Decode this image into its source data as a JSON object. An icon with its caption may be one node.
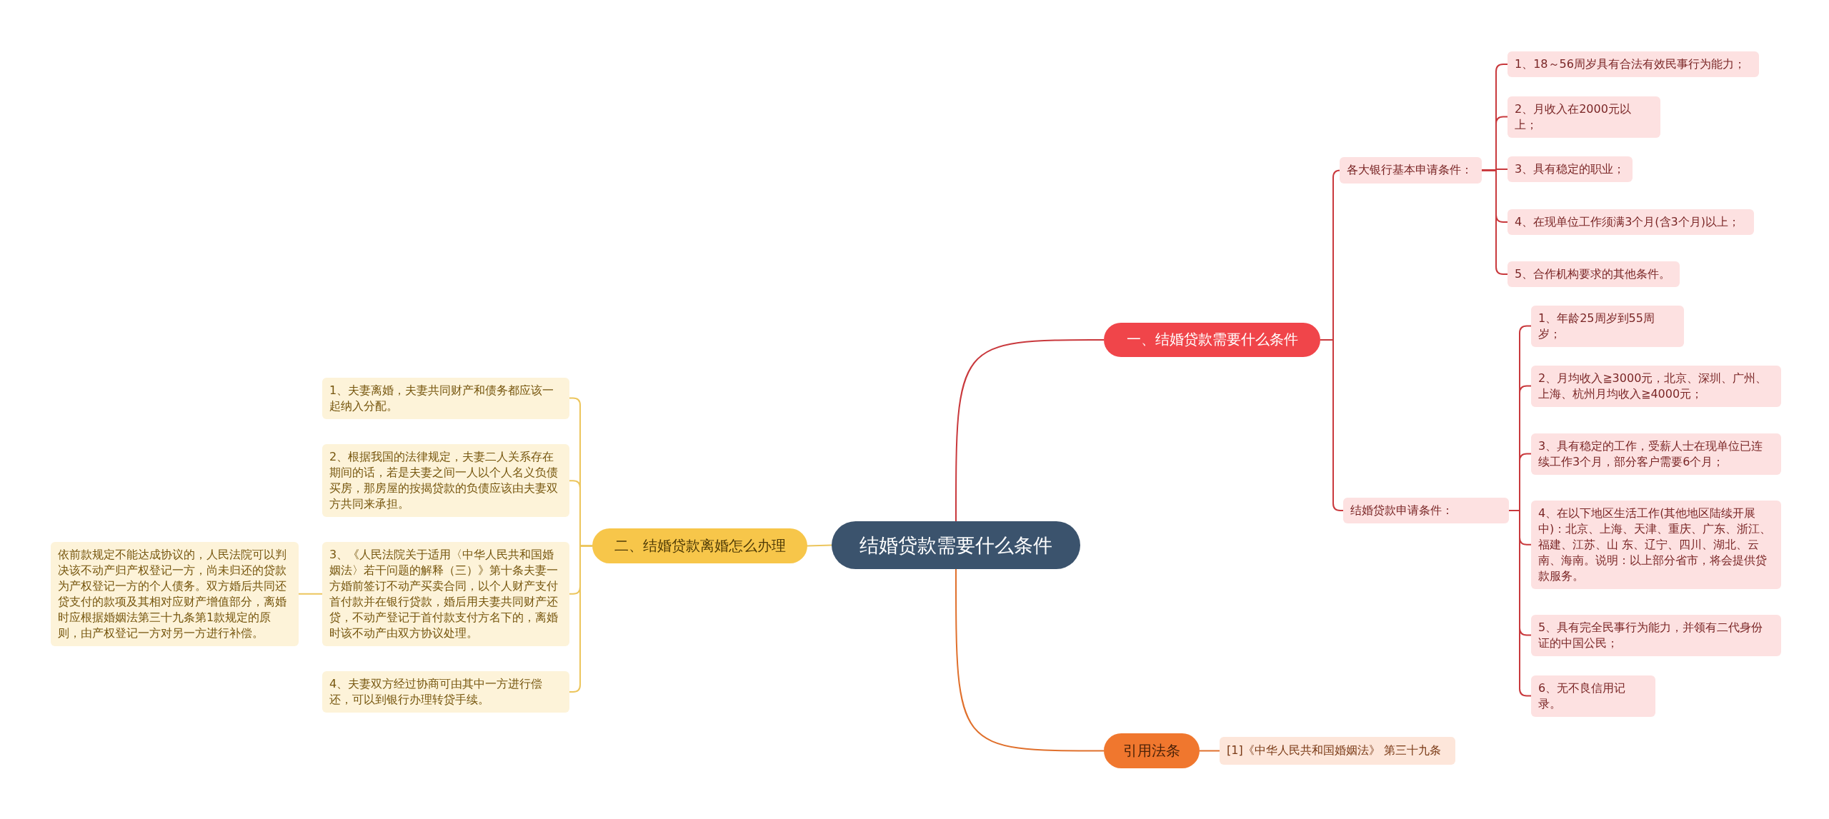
{
  "diagram": {
    "nodes": [
      {
        "text": [
          "结婚贷款需要什么条件"
        ]
      },
      {
        "text": [
          "一、结婚贷款需要什么条件"
        ]
      },
      {
        "text": [
          "各大银行基本申请条件："
        ]
      },
      {
        "text": [
          "1、18～56周岁具有合法有效民事行为能力；"
        ]
      },
      {
        "text": [
          "2、月收入在2000元以上；"
        ]
      },
      {
        "text": [
          "3、具有稳定的职业；"
        ]
      },
      {
        "text": [
          "4、在现单位工作须满3个月(含3个月)以上；"
        ]
      },
      {
        "text": [
          "5、合作机构要求的其他条件。"
        ]
      },
      {
        "text": [
          "结婚贷款申请条件："
        ]
      },
      {
        "text": [
          "1、年龄25周岁到55周岁；"
        ]
      },
      {
        "text": [
          "2、月均收入≧3000元，北京、深圳、广州、上海、杭州月均收入≧4000元；"
        ]
      },
      {
        "text": [
          "3、具有稳定的工作，受薪人士在现单位已连续工作3个月，部分客户需要6个月；"
        ]
      },
      {
        "text": [
          "4、在以下地区生活工作(其他地区陆续开展中)：北京、上海、天津、重庆、广东、浙江、福建、江苏、山 东、辽宁、四川、湖北、云南、海南。说明：以上部分省市，将会提供贷款服务。"
        ]
      },
      {
        "text": [
          "5、具有完全民事行为能力，并领有二代身份证的中国公民；"
        ]
      },
      {
        "text": [
          "6、无不良信用记录。"
        ]
      },
      {
        "text": [
          "二、结婚贷款离婚怎么办理"
        ]
      },
      {
        "text": [
          "1、夫妻离婚，夫妻共同财产和债务都应该一起纳入分配。"
        ]
      },
      {
        "text": [
          "2、根据我国的法律规定，夫妻二人关系存在期间的话，若是夫妻之间一人以个人名义负债买房，那房屋的按揭贷款的负债应该由夫妻双方共同来承担。"
        ]
      },
      {
        "text": [
          "3、《人民法院关于适用〈中华人民共和国婚姻法〉若干问题的解释（三）》第十条夫妻一方婚前签订不动产买卖合同，以个人财产支付首付款并在银行贷款，婚后用夫妻共同财产还贷，不动产登记于首付款支付方名下的，离婚时该不动产由双方协议处理。"
        ]
      },
      {
        "text": [
          "4、夫妻双方经过协商可由其中一方进行偿还，可以到银行办理转贷手续。"
        ]
      },
      {
        "text": [
          "依前款规定不能达成协议的，人民法院可以判决该不动产归产权登记一方，尚未归还的贷款为产权登记一方的个人债务。双方婚后共同还贷支付的款项及其相对应财产增值部分，离婚时应根据婚姻法第三十九条第1款规定的原则，由产权登记一方对另一方进行补偿。"
        ]
      },
      {
        "text": [
          "引用法条"
        ]
      },
      {
        "text": [
          "[1]《中华人民共和国婚姻法》 第三十九条"
        ]
      }
    ],
    "edges": [
      {
        "from": 0,
        "to": 1,
        "arrow": "none"
      },
      {
        "from": 1,
        "to": 2,
        "arrow": "none"
      },
      {
        "from": 2,
        "to": 3,
        "arrow": "none"
      },
      {
        "from": 2,
        "to": 4,
        "arrow": "none"
      },
      {
        "from": 2,
        "to": 5,
        "arrow": "none"
      },
      {
        "from": 2,
        "to": 6,
        "arrow": "none"
      },
      {
        "from": 2,
        "to": 7,
        "arrow": "none"
      },
      {
        "from": 1,
        "to": 8,
        "arrow": "none"
      },
      {
        "from": 8,
        "to": 9,
        "arrow": "none"
      },
      {
        "from": 8,
        "to": 10,
        "arrow": "none"
      },
      {
        "from": 8,
        "to": 11,
        "arrow": "none"
      },
      {
        "from": 8,
        "to": 12,
        "arrow": "none"
      },
      {
        "from": 8,
        "to": 13,
        "arrow": "none"
      },
      {
        "from": 8,
        "to": 14,
        "arrow": "none"
      },
      {
        "from": 0,
        "to": 15,
        "arrow": "none",
        "color": "#ecc55c"
      },
      {
        "from": 15,
        "to": 16,
        "arrow": "none",
        "color": "#ecc55c"
      },
      {
        "from": 15,
        "to": 17,
        "arrow": "none",
        "color": "#ecc55c"
      },
      {
        "from": 15,
        "to": 18,
        "arrow": "none",
        "color": "#ecc55c"
      },
      {
        "from": 15,
        "to": 19,
        "arrow": "none",
        "color": "#ecc55c"
      },
      {
        "from": 18,
        "to": 20,
        "arrow": "none",
        "color": "#ecc55c"
      },
      {
        "from": 0,
        "to": 21,
        "arrow": "none",
        "color": "#e0702c"
      },
      {
        "from": 21,
        "to": 22,
        "arrow": "none",
        "color": "#e0702c"
      }
    ]
  }
}
